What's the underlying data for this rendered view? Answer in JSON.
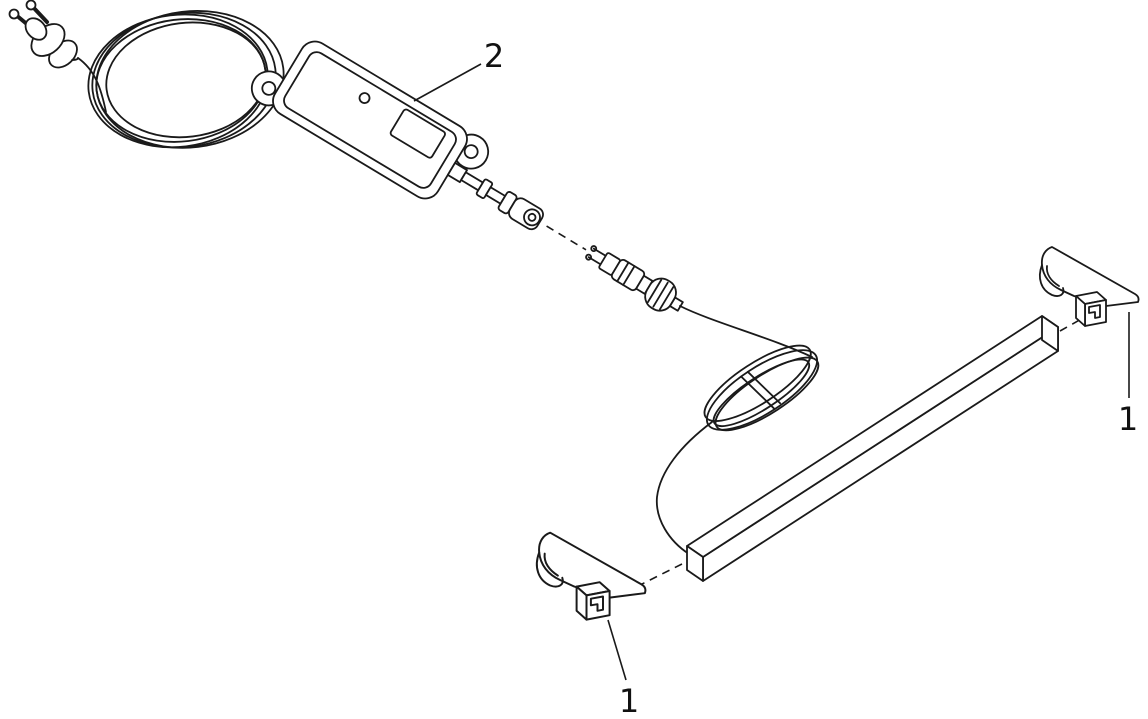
{
  "diagram": {
    "background_color": "#ffffff",
    "line_color": "#1a1a1a",
    "text_color": "#111111",
    "parts": {
      "driver": {
        "callout": "2"
      },
      "clip_top": {
        "callout": "1"
      },
      "clip_bottom": {
        "callout": "1"
      }
    }
  }
}
